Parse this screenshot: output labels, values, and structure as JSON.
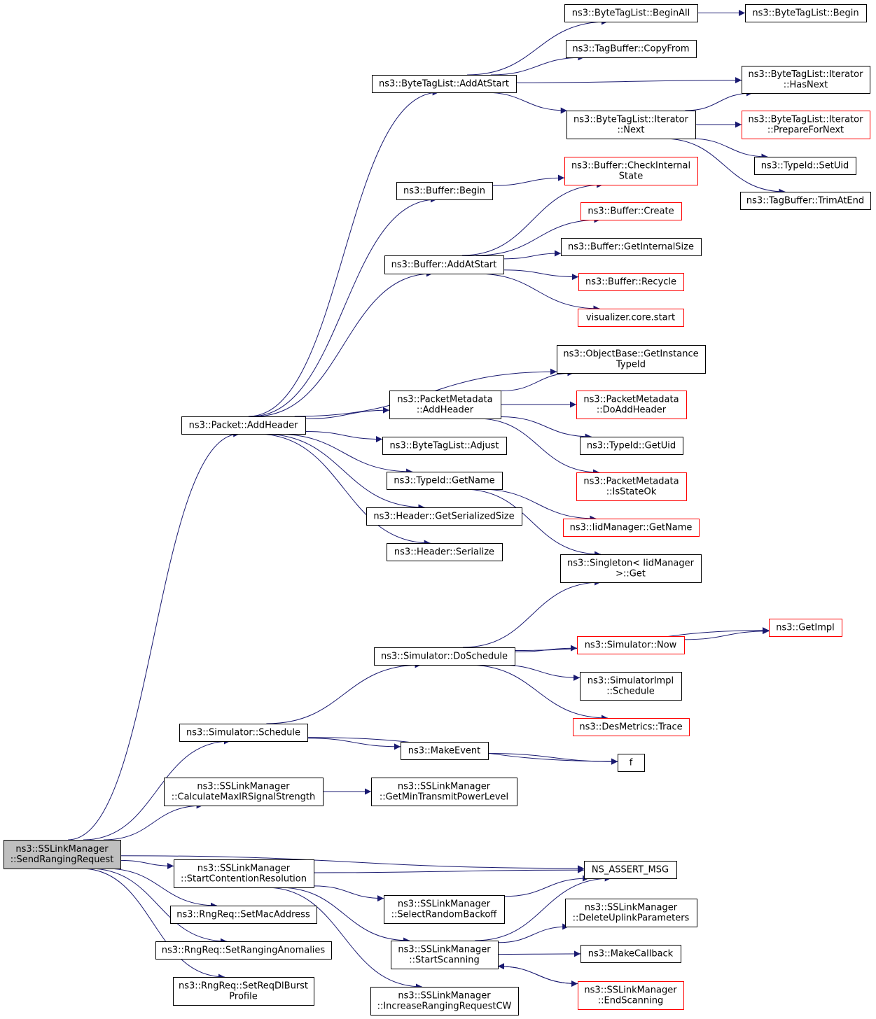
{
  "graph": {
    "root": "n0",
    "nodes": [
      {
        "id": "n0",
        "lines": [
          "ns3::SSLinkManager",
          "::SendRangingRequest"
        ],
        "style": "root"
      },
      {
        "id": "n1",
        "lines": [
          "ns3::Packet::AddHeader"
        ],
        "style": "normal"
      },
      {
        "id": "n2",
        "lines": [
          "ns3::ByteTagList::AddAtStart"
        ],
        "style": "normal"
      },
      {
        "id": "n3",
        "lines": [
          "ns3::ByteTagList::BeginAll"
        ],
        "style": "normal"
      },
      {
        "id": "n4",
        "lines": [
          "ns3::ByteTagList::Begin"
        ],
        "style": "normal"
      },
      {
        "id": "n5",
        "lines": [
          "ns3::TagBuffer::CopyFrom"
        ],
        "style": "normal"
      },
      {
        "id": "n6",
        "lines": [
          "ns3::ByteTagList::Iterator",
          "::HasNext"
        ],
        "style": "normal"
      },
      {
        "id": "n7",
        "lines": [
          "ns3::ByteTagList::Iterator",
          "::Next"
        ],
        "style": "normal"
      },
      {
        "id": "n8",
        "lines": [
          "ns3::ByteTagList::Iterator",
          "::PrepareForNext"
        ],
        "style": "red"
      },
      {
        "id": "n9",
        "lines": [
          "ns3::TypeId::SetUid"
        ],
        "style": "normal"
      },
      {
        "id": "n10",
        "lines": [
          "ns3::TagBuffer::TrimAtEnd"
        ],
        "style": "normal"
      },
      {
        "id": "n11",
        "lines": [
          "ns3::Buffer::Begin"
        ],
        "style": "normal"
      },
      {
        "id": "n12",
        "lines": [
          "ns3::Buffer::CheckInternal",
          "State"
        ],
        "style": "red"
      },
      {
        "id": "n13",
        "lines": [
          "ns3::Buffer::AddAtStart"
        ],
        "style": "normal"
      },
      {
        "id": "n14",
        "lines": [
          "ns3::Buffer::Create"
        ],
        "style": "red"
      },
      {
        "id": "n15",
        "lines": [
          "ns3::Buffer::GetInternalSize"
        ],
        "style": "normal"
      },
      {
        "id": "n16",
        "lines": [
          "ns3::Buffer::Recycle"
        ],
        "style": "red"
      },
      {
        "id": "n17",
        "lines": [
          "visualizer.core.start"
        ],
        "style": "red"
      },
      {
        "id": "n18",
        "lines": [
          "ns3::ObjectBase::GetInstance",
          "TypeId"
        ],
        "style": "normal"
      },
      {
        "id": "n19",
        "lines": [
          "ns3::PacketMetadata",
          "::AddHeader"
        ],
        "style": "normal"
      },
      {
        "id": "n20",
        "lines": [
          "ns3::PacketMetadata",
          "::DoAddHeader"
        ],
        "style": "red"
      },
      {
        "id": "n21",
        "lines": [
          "ns3::TypeId::GetUid"
        ],
        "style": "normal"
      },
      {
        "id": "n22",
        "lines": [
          "ns3::PacketMetadata",
          "::IsStateOk"
        ],
        "style": "red"
      },
      {
        "id": "n23",
        "lines": [
          "ns3::ByteTagList::Adjust"
        ],
        "style": "normal"
      },
      {
        "id": "n24",
        "lines": [
          "ns3::TypeId::GetName"
        ],
        "style": "normal"
      },
      {
        "id": "n25",
        "lines": [
          "ns3::IidManager::GetName"
        ],
        "style": "red"
      },
      {
        "id": "n26",
        "lines": [
          "ns3::Singleton< IidManager",
          ">::Get"
        ],
        "style": "normal"
      },
      {
        "id": "n27",
        "lines": [
          "ns3::Header::GetSerializedSize"
        ],
        "style": "normal"
      },
      {
        "id": "n28",
        "lines": [
          "ns3::Header::Serialize"
        ],
        "style": "normal"
      },
      {
        "id": "n29",
        "lines": [
          "ns3::Simulator::DoSchedule"
        ],
        "style": "normal"
      },
      {
        "id": "n30",
        "lines": [
          "ns3::GetImpl"
        ],
        "style": "red"
      },
      {
        "id": "n31",
        "lines": [
          "ns3::Simulator::Now"
        ],
        "style": "red"
      },
      {
        "id": "n32",
        "lines": [
          "ns3::SimulatorImpl",
          "::Schedule"
        ],
        "style": "normal"
      },
      {
        "id": "n33",
        "lines": [
          "ns3::DesMetrics::Trace"
        ],
        "style": "red"
      },
      {
        "id": "n34",
        "lines": [
          "ns3::Simulator::Schedule"
        ],
        "style": "normal"
      },
      {
        "id": "n35",
        "lines": [
          "ns3::MakeEvent"
        ],
        "style": "normal"
      },
      {
        "id": "n36",
        "lines": [
          "f"
        ],
        "style": "normal"
      },
      {
        "id": "n37",
        "lines": [
          "ns3::SSLinkManager",
          "::CalculateMaxIRSignalStrength"
        ],
        "style": "normal"
      },
      {
        "id": "n38",
        "lines": [
          "ns3::SSLinkManager",
          "::GetMinTransmitPowerLevel"
        ],
        "style": "normal"
      },
      {
        "id": "n39",
        "lines": [
          "NS_ASSERT_MSG"
        ],
        "style": "normal"
      },
      {
        "id": "n40",
        "lines": [
          "ns3::SSLinkManager",
          "::StartContentionResolution"
        ],
        "style": "normal"
      },
      {
        "id": "n41",
        "lines": [
          "ns3::SSLinkManager",
          "::SelectRandomBackoff"
        ],
        "style": "normal"
      },
      {
        "id": "n42",
        "lines": [
          "ns3::SSLinkManager",
          "::DeleteUplinkParameters"
        ],
        "style": "normal"
      },
      {
        "id": "n43",
        "lines": [
          "ns3::SSLinkManager",
          "::StartScanning"
        ],
        "style": "normal"
      },
      {
        "id": "n44",
        "lines": [
          "ns3::MakeCallback"
        ],
        "style": "normal"
      },
      {
        "id": "n45",
        "lines": [
          "ns3::SSLinkManager",
          "::EndScanning"
        ],
        "style": "red"
      },
      {
        "id": "n46",
        "lines": [
          "ns3::SSLinkManager",
          "::IncreaseRangingRequestCW"
        ],
        "style": "normal"
      },
      {
        "id": "n47",
        "lines": [
          "ns3::RngReq::SetMacAddress"
        ],
        "style": "normal"
      },
      {
        "id": "n48",
        "lines": [
          "ns3::RngReq::SetRangingAnomalies"
        ],
        "style": "normal"
      },
      {
        "id": "n49",
        "lines": [
          "ns3::RngReq::SetReqDlBurst",
          "Profile"
        ],
        "style": "normal"
      }
    ],
    "edges": [
      [
        "n0",
        "n1"
      ],
      [
        "n1",
        "n2"
      ],
      [
        "n2",
        "n3"
      ],
      [
        "n3",
        "n4"
      ],
      [
        "n2",
        "n5"
      ],
      [
        "n2",
        "n6"
      ],
      [
        "n2",
        "n7"
      ],
      [
        "n7",
        "n6"
      ],
      [
        "n7",
        "n8"
      ],
      [
        "n7",
        "n9"
      ],
      [
        "n7",
        "n10"
      ],
      [
        "n1",
        "n11"
      ],
      [
        "n11",
        "n12"
      ],
      [
        "n1",
        "n13"
      ],
      [
        "n13",
        "n12"
      ],
      [
        "n13",
        "n14"
      ],
      [
        "n13",
        "n15"
      ],
      [
        "n13",
        "n16"
      ],
      [
        "n13",
        "n17"
      ],
      [
        "n1",
        "n18"
      ],
      [
        "n1",
        "n19"
      ],
      [
        "n19",
        "n18"
      ],
      [
        "n19",
        "n20"
      ],
      [
        "n19",
        "n21"
      ],
      [
        "n19",
        "n22"
      ],
      [
        "n1",
        "n23"
      ],
      [
        "n1",
        "n24"
      ],
      [
        "n24",
        "n25"
      ],
      [
        "n24",
        "n26"
      ],
      [
        "n1",
        "n27"
      ],
      [
        "n1",
        "n28"
      ],
      [
        "n0",
        "n34"
      ],
      [
        "n34",
        "n29"
      ],
      [
        "n29",
        "n26"
      ],
      [
        "n29",
        "n30"
      ],
      [
        "n29",
        "n31"
      ],
      [
        "n31",
        "n30"
      ],
      [
        "n29",
        "n32"
      ],
      [
        "n29",
        "n33"
      ],
      [
        "n34",
        "n35"
      ],
      [
        "n34",
        "n36"
      ],
      [
        "n35",
        "n36"
      ],
      [
        "n0",
        "n37"
      ],
      [
        "n37",
        "n38"
      ],
      [
        "n0",
        "n39"
      ],
      [
        "n0",
        "n40"
      ],
      [
        "n40",
        "n39"
      ],
      [
        "n40",
        "n41"
      ],
      [
        "n41",
        "n39"
      ],
      [
        "n40",
        "n43"
      ],
      [
        "n43",
        "n39"
      ],
      [
        "n43",
        "n42"
      ],
      [
        "n43",
        "n44"
      ],
      [
        "n43",
        "n45"
      ],
      [
        "n45",
        "n43"
      ],
      [
        "n40",
        "n46"
      ],
      [
        "n0",
        "n47"
      ],
      [
        "n0",
        "n48"
      ],
      [
        "n0",
        "n49"
      ]
    ]
  }
}
